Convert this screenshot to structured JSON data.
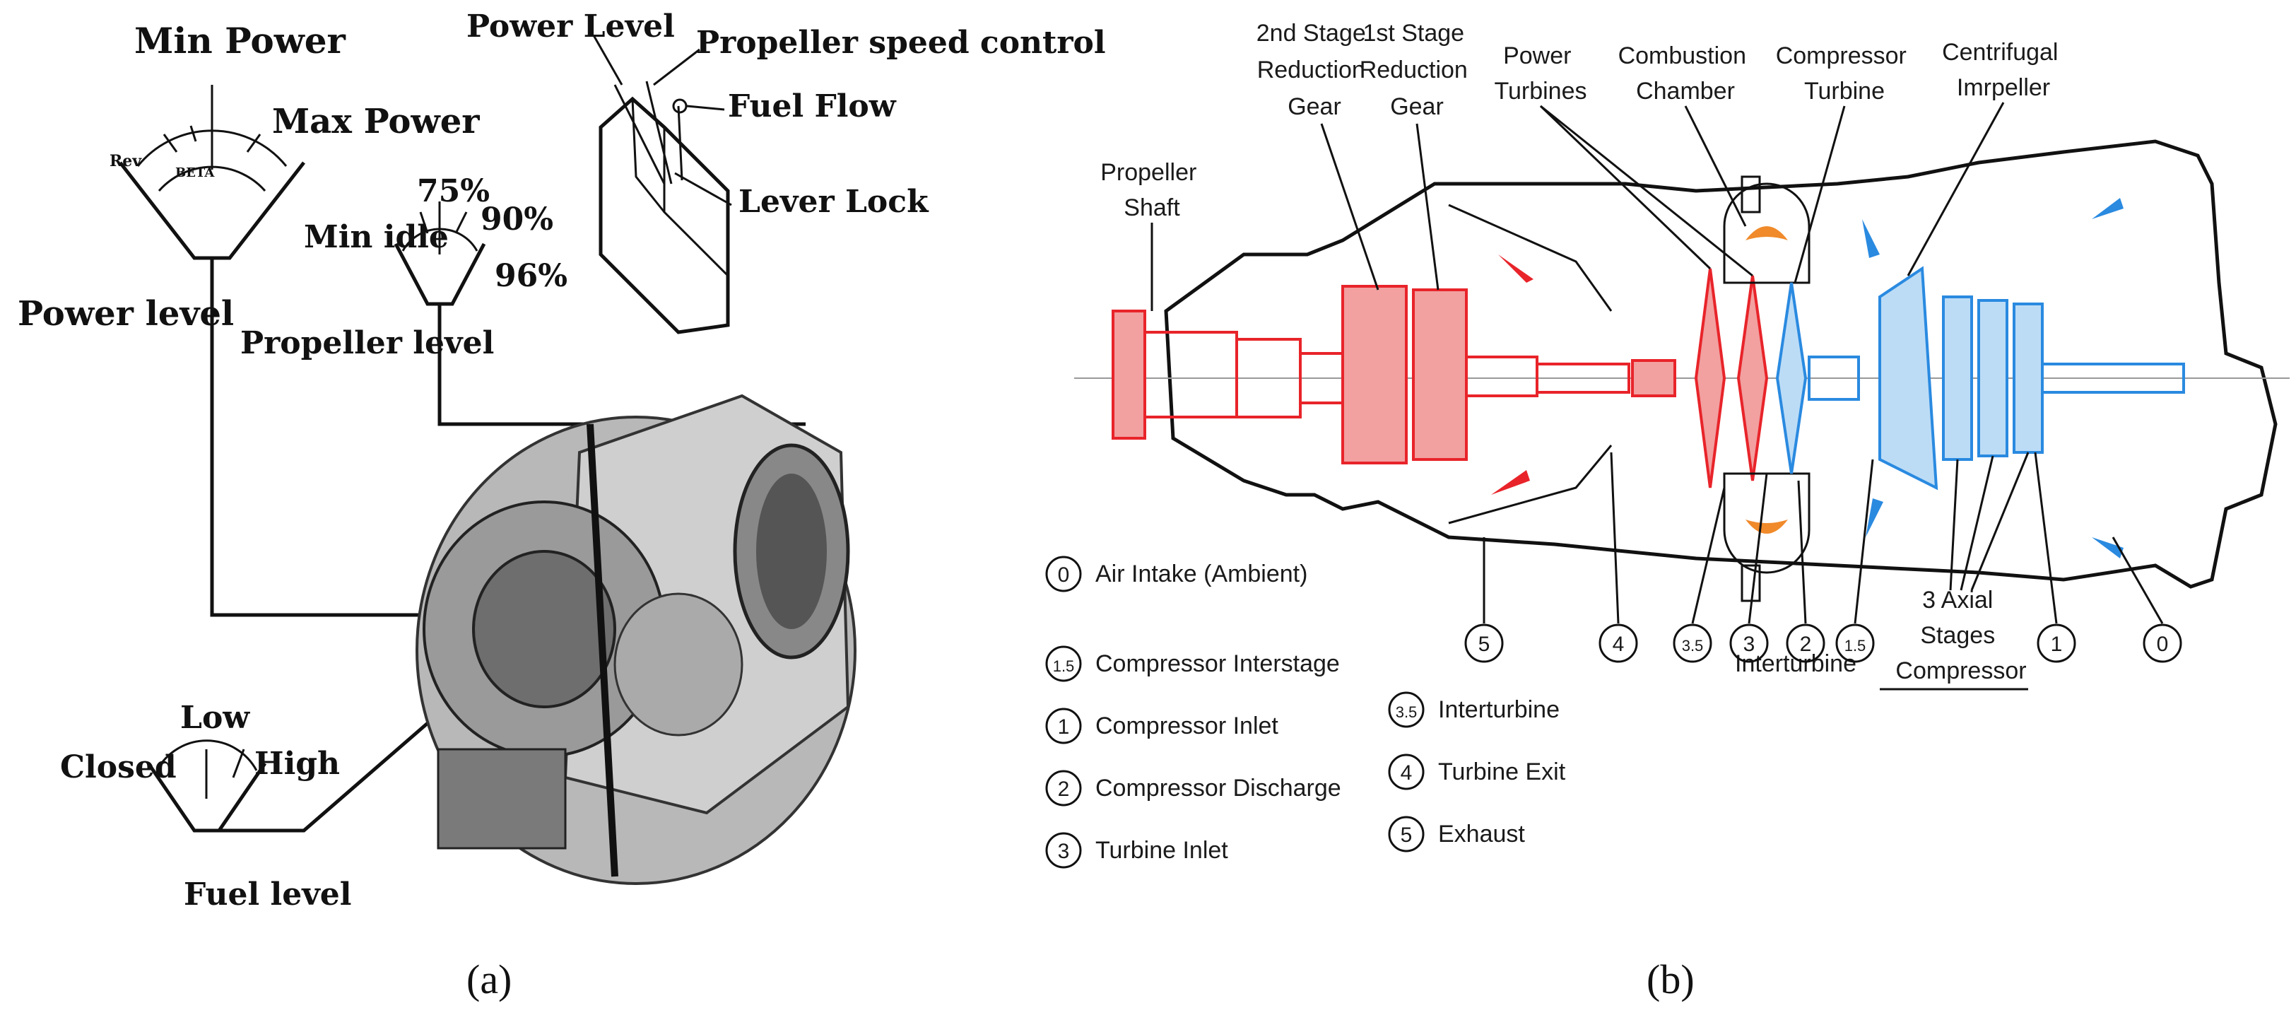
{
  "panel_a": {
    "caption": "(a)",
    "power_gauge": {
      "min_label": "Min Power",
      "max_label": "Max Power",
      "rev_label": "Rev",
      "beta_label": "BETA",
      "level_label": "Power level"
    },
    "propeller_gauge": {
      "min_idle_label": "Min idle",
      "p75_label": "75%",
      "p90_label": "90%",
      "p96_label": "96%",
      "level_label": "Propeller level"
    },
    "fuel_gauge": {
      "low_label": "Low",
      "closed_label": "Closed",
      "high_label": "High",
      "level_label": "Fuel level"
    },
    "throttle_quadrant": {
      "power_level_label": "Power Level",
      "propeller_speed_label": "Propeller speed control",
      "fuel_flow_label": "Fuel Flow",
      "lever_lock_label": "Lever Lock"
    }
  },
  "panel_b": {
    "caption": "(b)",
    "labels": {
      "stage2_gear": [
        "2nd Stage",
        "Reduction",
        "Gear"
      ],
      "stage1_gear": [
        "1st Stage",
        "Reduction",
        "Gear"
      ],
      "power_turbines": [
        "Power",
        "Turbines"
      ],
      "combustion_chamber": [
        "Combustion",
        "Chamber"
      ],
      "compressor_turbine": [
        "Compressor",
        "Turbine"
      ],
      "centrifugal_impeller": [
        "Centrifugal",
        "Imrpeller"
      ],
      "propeller_shaft": [
        "Propeller",
        "Shaft"
      ],
      "axial_stages": [
        "3 Axial",
        "Stages",
        "Compressor"
      ],
      "interturbine_inline": "Interturbine"
    },
    "station_markers": [
      "5",
      "4",
      "3.5",
      "3",
      "2",
      "1.5",
      "1",
      "0"
    ],
    "legend_left": [
      {
        "id": "0",
        "text": "Air Intake (Ambient)"
      },
      {
        "id": "1.5",
        "text": "Compressor Interstage"
      },
      {
        "id": "1",
        "text": "Compressor Inlet"
      },
      {
        "id": "2",
        "text": "Compressor Discharge"
      },
      {
        "id": "3",
        "text": "Turbine Inlet"
      }
    ],
    "legend_right": [
      {
        "id": "3.5",
        "text": "Interturbine"
      },
      {
        "id": "4",
        "text": "Turbine Exit"
      },
      {
        "id": "5",
        "text": "Exhaust"
      }
    ],
    "colors": {
      "hot_section": "#e8242a",
      "cold_section": "#2a8ae0",
      "flame": "#f08a2a"
    }
  }
}
